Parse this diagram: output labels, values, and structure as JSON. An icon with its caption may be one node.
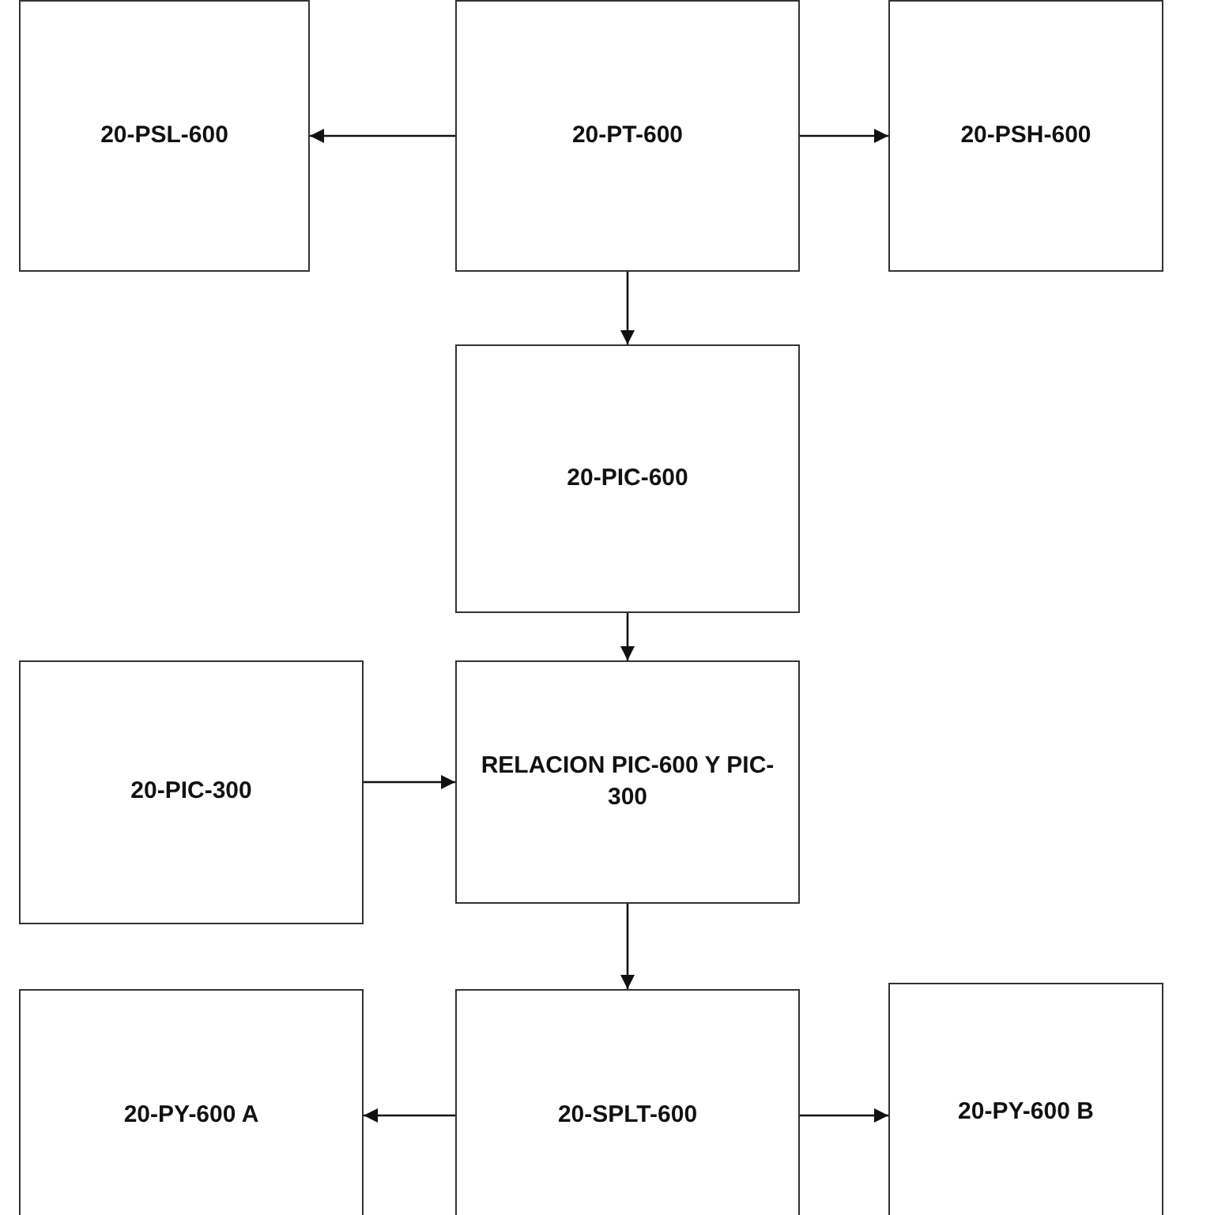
{
  "diagram": {
    "nodes": [
      {
        "text": [
          "20-PSL-600"
        ]
      },
      {
        "text": [
          "20-PT-600"
        ]
      },
      {
        "text": [
          "20-PSH-600"
        ]
      },
      {
        "text": [
          "20-PIC-600"
        ]
      },
      {
        "text": [
          "20-PIC-300"
        ]
      },
      {
        "text": [
          "RELACION PIC-600 Y PIC-300"
        ]
      },
      {
        "text": [
          "20-PY-600 A"
        ]
      },
      {
        "text": [
          "20-SPLT-600"
        ]
      },
      {
        "text": [
          "20-PY-600 B"
        ]
      }
    ],
    "edges": [
      {
        "from": 1,
        "to": 0,
        "arrow": "to"
      },
      {
        "from": 1,
        "to": 2,
        "arrow": "to"
      },
      {
        "from": 1,
        "to": 3,
        "arrow": "to"
      },
      {
        "from": 3,
        "to": 5,
        "arrow": "to"
      },
      {
        "from": 4,
        "to": 5,
        "arrow": "to"
      },
      {
        "from": 5,
        "to": 7,
        "arrow": "to"
      },
      {
        "from": 7,
        "to": 6,
        "arrow": "to"
      },
      {
        "from": 7,
        "to": 8,
        "arrow": "to"
      }
    ]
  }
}
